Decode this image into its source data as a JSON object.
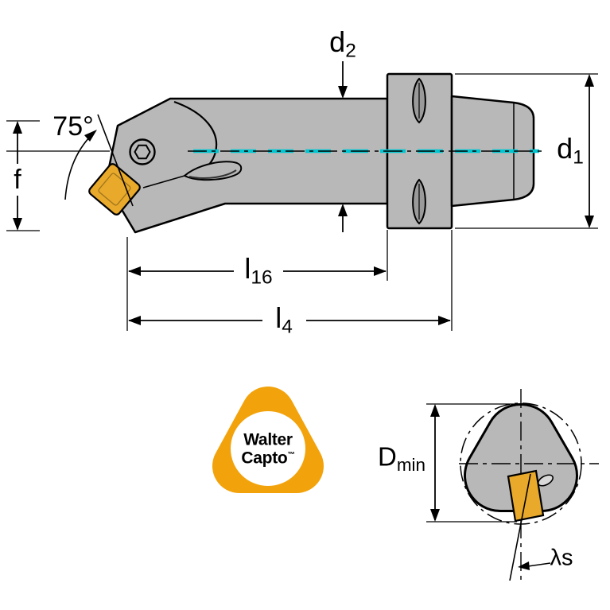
{
  "page": {
    "background": "#ffffff"
  },
  "colors": {
    "tool_gray": "#b7b8b7",
    "slot_gray": "#9a9a9a",
    "insert_gold": "#e9aa2b",
    "centerline_cyan": "#00c6d2",
    "logo_orange": "#f2a30b",
    "line_black": "#000000"
  },
  "side_view": {
    "labels": {
      "entering_angle": "75°",
      "f": "f",
      "d2": {
        "base": "d",
        "sub": "2"
      },
      "d1": {
        "base": "d",
        "sub": "1"
      },
      "l16": {
        "base": "l",
        "sub": "16"
      },
      "l4": {
        "base": "l",
        "sub": "4"
      }
    }
  },
  "end_view": {
    "labels": {
      "dmin": {
        "base": "D",
        "sub": "min"
      },
      "lambda_s": "λs"
    }
  },
  "logo": {
    "line1": "Walter",
    "line2": "Capto",
    "tm": "™"
  }
}
